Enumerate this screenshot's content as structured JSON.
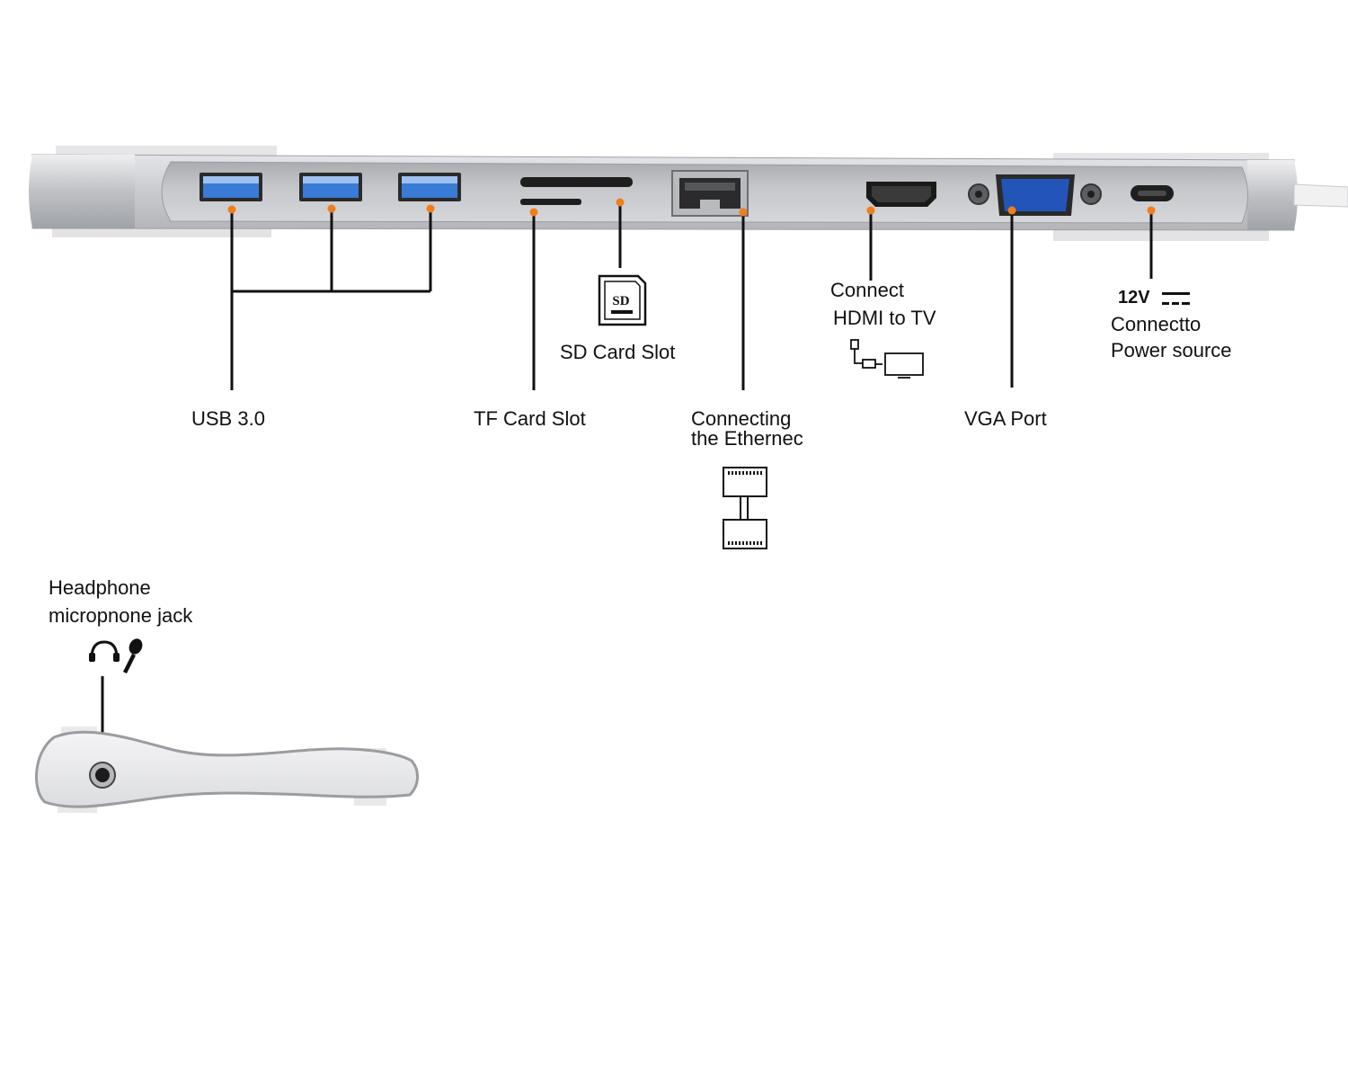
{
  "labels": {
    "usb": "USB 3.0",
    "tf_card": "TF Card Slot",
    "sd_card": "SD Card Slot",
    "ethernet_line1": "Connecting",
    "ethernet_line2": "the Ethernec",
    "hdmi_line1": "Connect",
    "hdmi_line2": "HDMI to TV",
    "vga": "VGA Port",
    "power_voltage": "12V",
    "power_line1": "Connectto",
    "power_line2": "Power source",
    "audio_line1": "Headphone",
    "audio_line2": "micropnone jack",
    "sd_icon_text": "SD"
  },
  "colors": {
    "accent_dot": "#f07e1c",
    "hub_body": "#cfd0d3",
    "hub_recess": "#b9bbbf",
    "usb_blue": "#2f6fcf",
    "vga_blue": "#2355b8",
    "leader_line": "#111111"
  },
  "icons": [
    "sd-card-icon",
    "hdmi-tv-icon",
    "ethernet-cable-icon",
    "headphone-icon",
    "microphone-icon",
    "dc-power-icon"
  ]
}
